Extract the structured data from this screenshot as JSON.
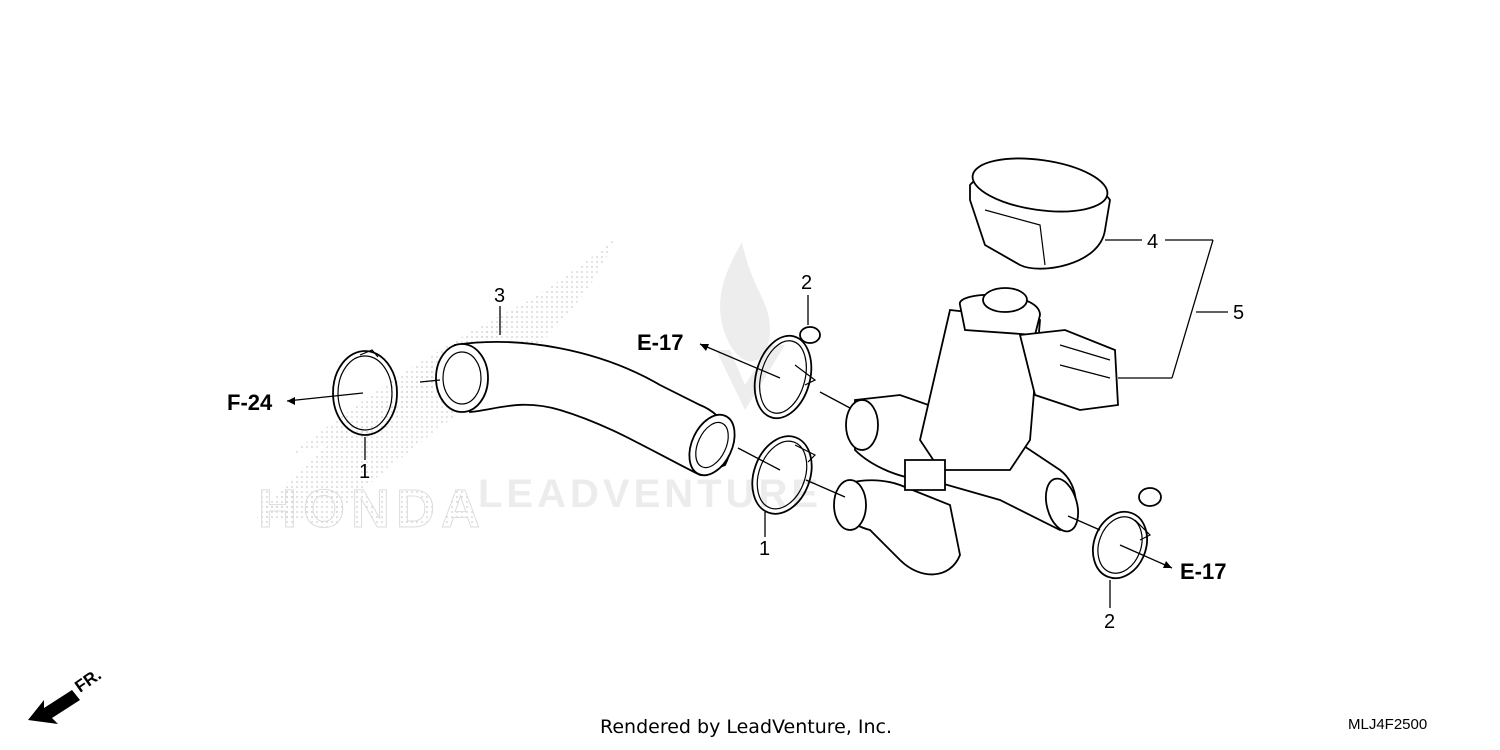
{
  "callouts": {
    "c1a": "1",
    "c1b": "1",
    "c2a": "2",
    "c2b": "2",
    "c3": "3",
    "c4": "4",
    "c5": "5"
  },
  "refs": {
    "f24": "F-24",
    "e17a": "E-17",
    "e17b": "E-17"
  },
  "direction": "FR.",
  "watermark": {
    "brand_text": "HONDA",
    "vendor_text": "LEADVENTURE"
  },
  "footer": {
    "credit": "Rendered by LeadVenture, Inc.",
    "diagram_code": "MLJ4F2500"
  }
}
